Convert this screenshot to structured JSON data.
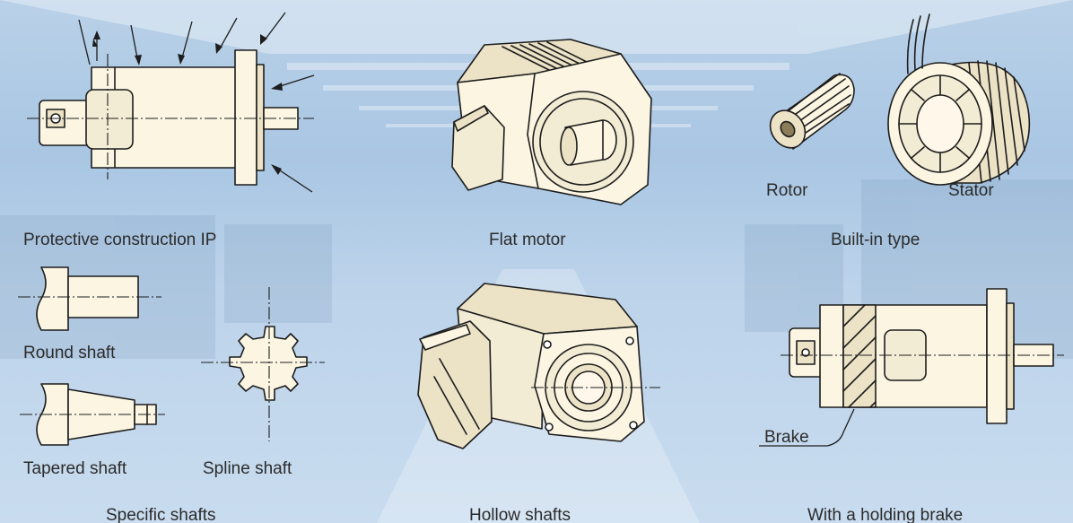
{
  "colors": {
    "background": "#b9d1e8",
    "part_fill": "#fbf5e2",
    "part_shade": "#ece2c6",
    "outline": "#1d1d1d",
    "label_text": "#2b2b2b"
  },
  "labels": {
    "protective_construction": "Protective construction IP",
    "flat_motor": "Flat motor",
    "rotor": "Rotor",
    "stator": "Stator",
    "built_in_type": "Built-in type",
    "round_shaft": "Round shaft",
    "tapered_shaft": "Tapered shaft",
    "spline_shaft": "Spline shaft",
    "specific_shafts": "Specific shafts",
    "hollow_shafts": "Hollow shafts",
    "brake": "Brake",
    "holding_brake": "With a holding brake"
  }
}
